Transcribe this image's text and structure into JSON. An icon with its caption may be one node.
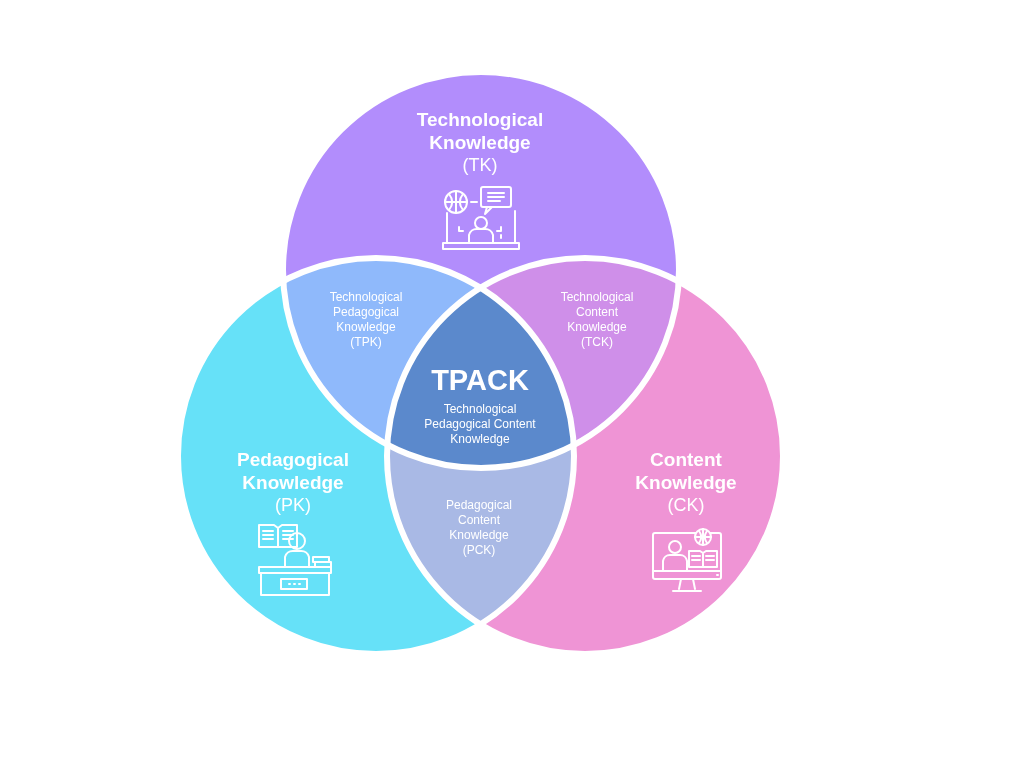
{
  "diagram": {
    "nodes": [
      {
        "text": [
          "Technological Knowledge",
          "(TK)"
        ]
      },
      {
        "text": [
          "Pedagogical Knowledge",
          "(PK)"
        ]
      },
      {
        "text": [
          "Content Knowledge",
          "(CK)"
        ]
      },
      {
        "text": [
          "Technological Pedagogical Knowledge (TPK)"
        ]
      },
      {
        "text": [
          "Technological Content Knowledge (TCK)"
        ]
      },
      {
        "text": [
          "Pedagogical Content Knowledge (PCK)"
        ]
      },
      {
        "text": [
          "TPACK",
          "Technological Pedagogical Content Knowledge"
        ]
      }
    ]
  }
}
